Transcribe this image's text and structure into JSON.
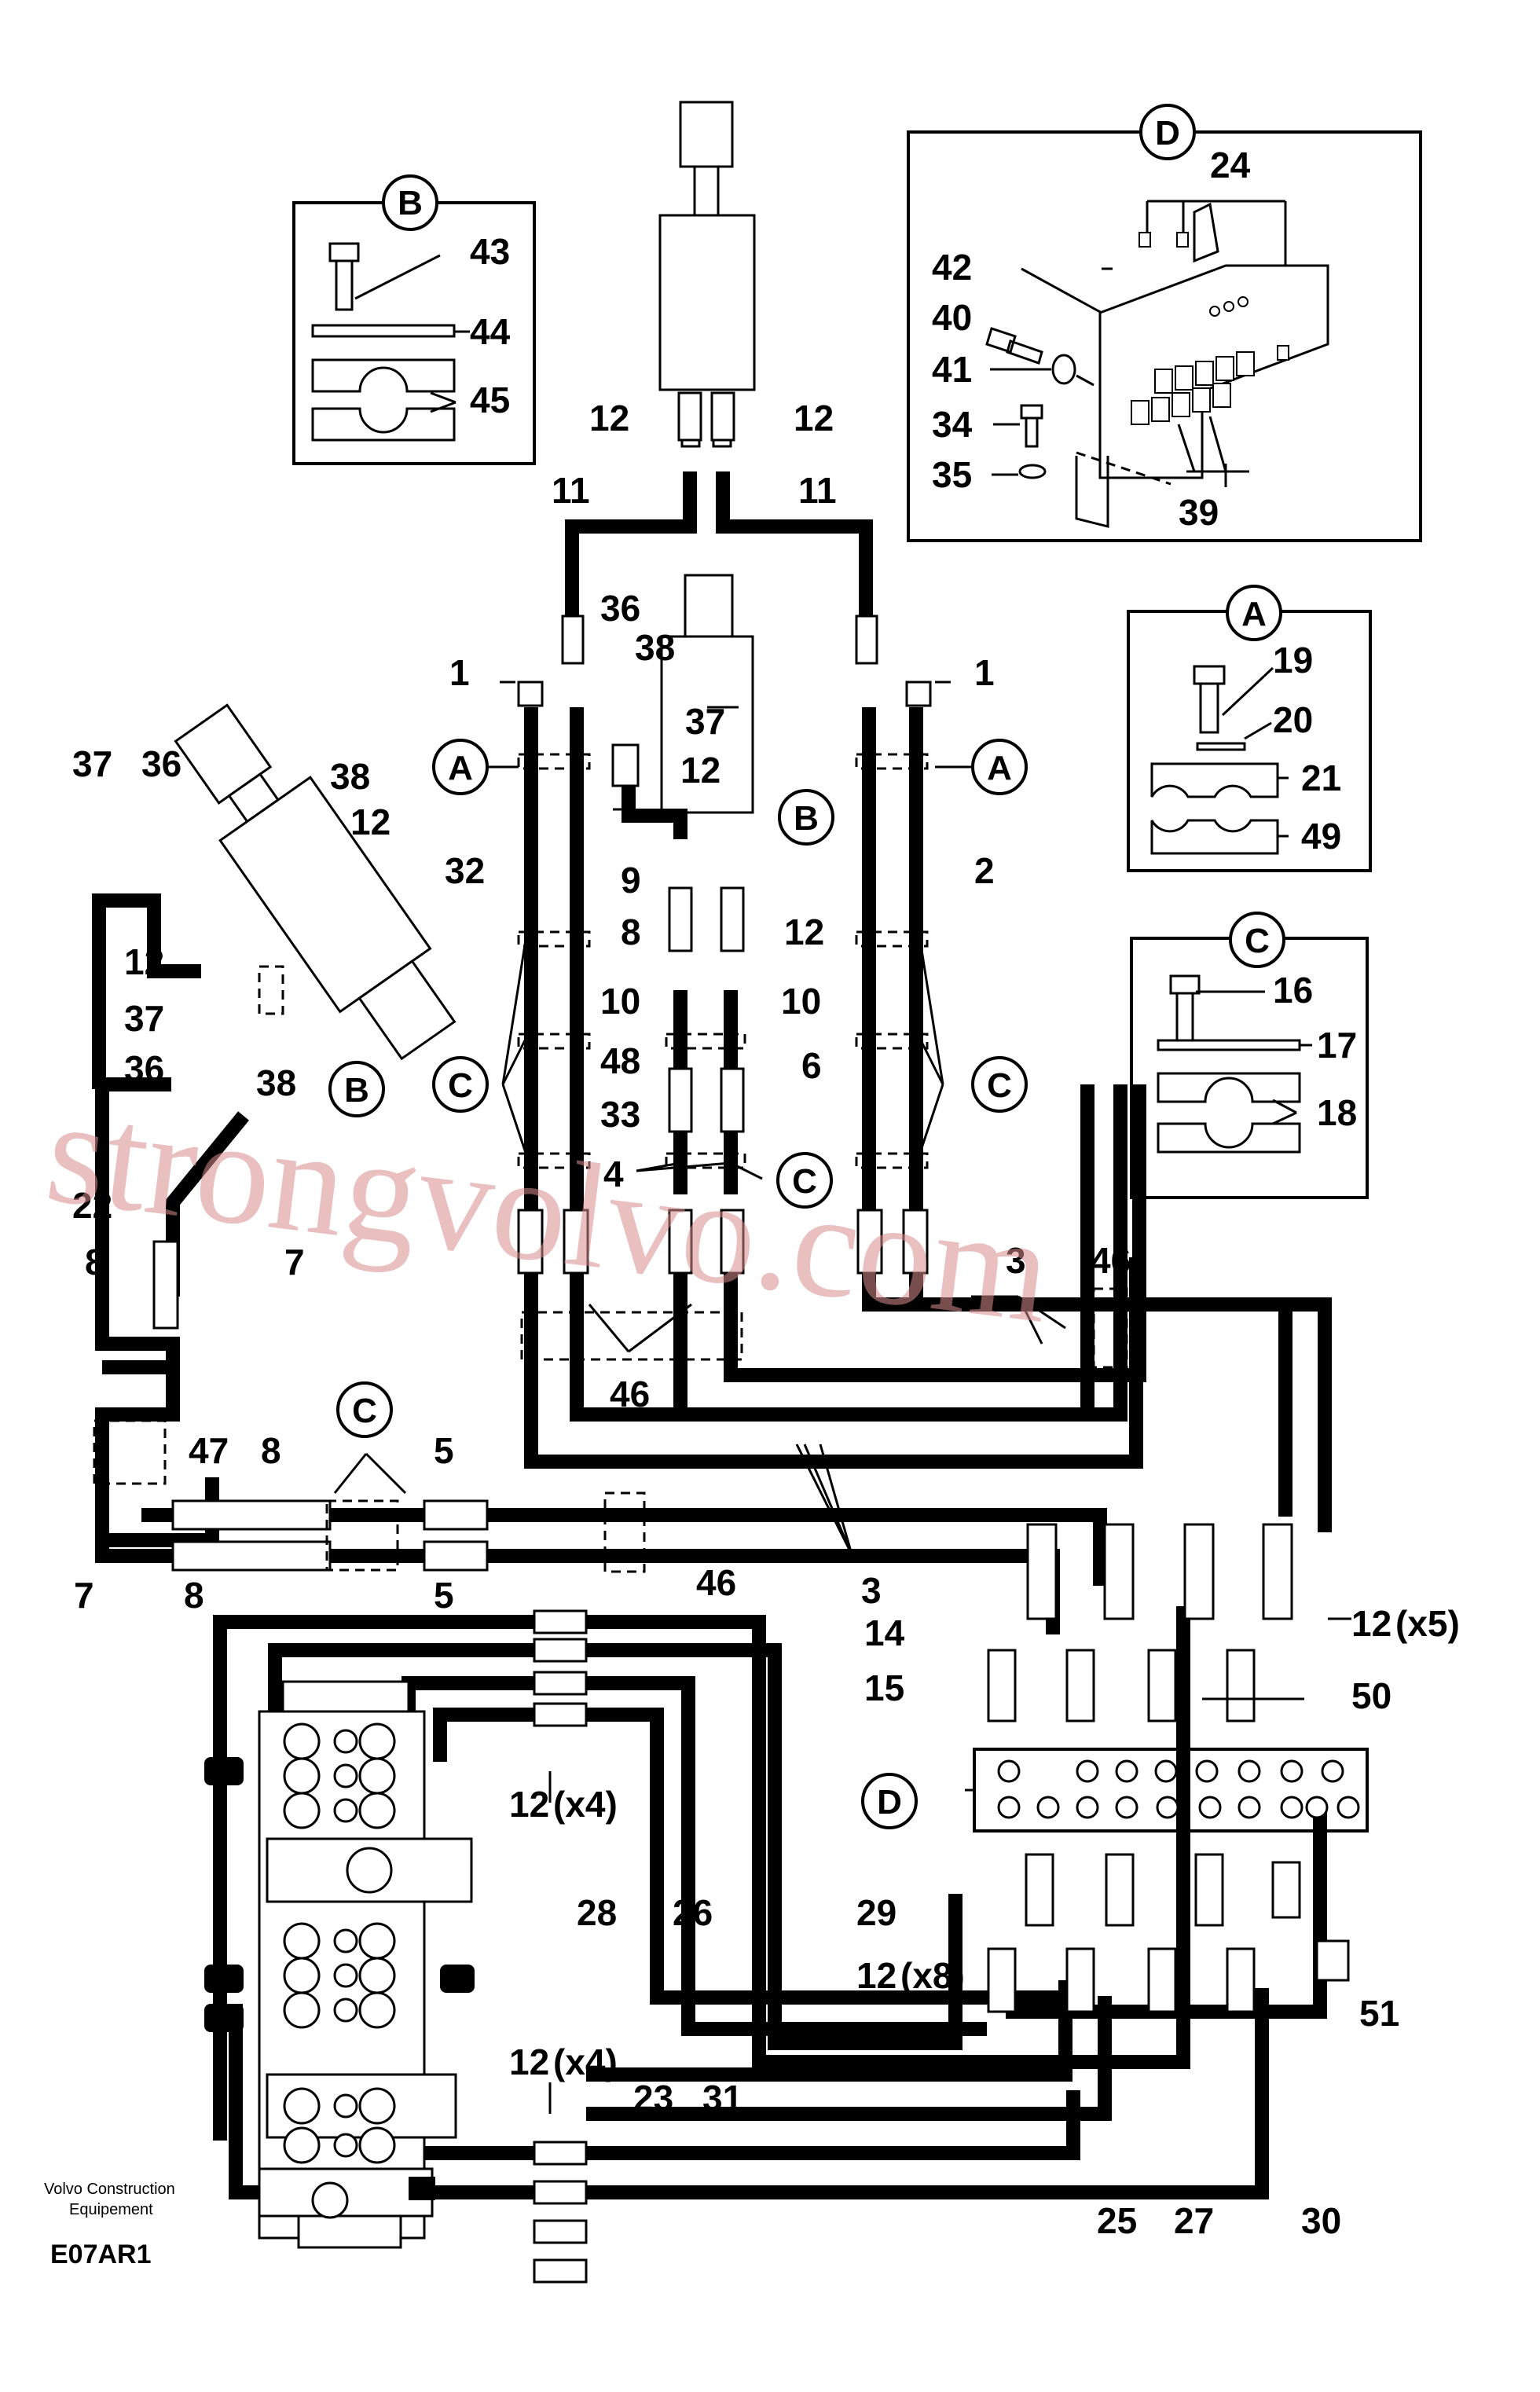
{
  "diagram": {
    "code": "E07AR1",
    "brand_line1": "Volvo Construction",
    "brand_line2": "Equipement",
    "watermark": "strongvolvo.com"
  },
  "detail_boxes": {
    "B": {
      "id": "B",
      "items": [
        "43",
        "44",
        "45"
      ]
    },
    "D": {
      "id": "D",
      "items": [
        "24",
        "42",
        "40",
        "41",
        "34",
        "35",
        "39"
      ]
    },
    "A": {
      "id": "A",
      "items": [
        "19",
        "20",
        "21",
        "49"
      ]
    },
    "C": {
      "id": "C",
      "items": [
        "16",
        "17",
        "18"
      ]
    }
  },
  "callouts": {
    "A": "A",
    "B": "B",
    "C": "C",
    "D": "D"
  },
  "part_labels": {
    "p1": "1",
    "p2": "2",
    "p3": "3",
    "p4": "4",
    "p5": "5",
    "p6": "6",
    "p7": "7",
    "p8": "8",
    "p9": "9",
    "p10": "10",
    "p11": "11",
    "p12": "12",
    "p14": "14",
    "p15": "15",
    "p22": "22",
    "p23": "23",
    "p25": "25",
    "p26": "26",
    "p27": "27",
    "p28": "28",
    "p29": "29",
    "p30": "30",
    "p31": "31",
    "p32": "32",
    "p33": "33",
    "p36": "36",
    "p37": "37",
    "p38": "38",
    "p46": "46",
    "p47": "47",
    "p48": "48",
    "p50": "50",
    "p51": "51",
    "p12x5": "12",
    "x5": "(x5)",
    "p12x4": "12",
    "x4": "(x4)",
    "p12x8": "12",
    "x8": "(x8)"
  }
}
